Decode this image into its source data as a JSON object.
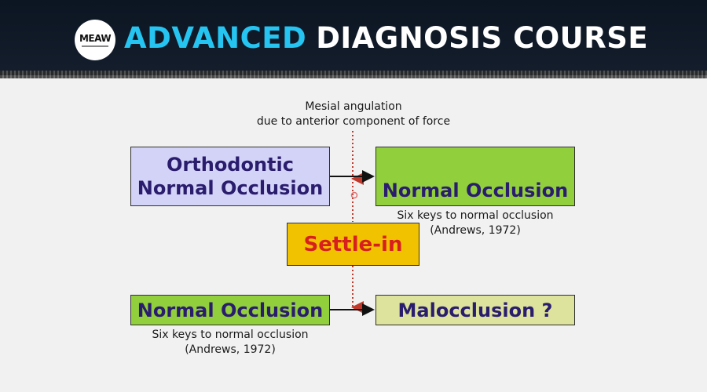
{
  "header": {
    "logo_text": "MEAW",
    "title_accent": "ADVANCED",
    "title_rest": "DIAGNOSIS COURSE"
  },
  "diagram": {
    "force_caption_line1": "Mesial angulation",
    "force_caption_line2": "due to anterior component of force",
    "ortho_line1": "Orthodontic",
    "ortho_line2": "Normal Occlusion",
    "normal_top": "Normal Occlusion",
    "normal_top_caption_line1": "Six keys to normal occlusion",
    "normal_top_caption_line2": "(Andrews, 1972)",
    "settle_in": "Settle-in",
    "normal_bottom": "Normal Occlusion",
    "normal_bottom_caption_line1": "Six keys to normal occlusion",
    "normal_bottom_caption_line2": "(Andrews, 1972)",
    "malocclusion": "Malocclusion ?"
  },
  "colors": {
    "banner": "#0c1522",
    "title_accent": "#25c4f1",
    "ortho_box": "#d3d3f7",
    "normal_box": "#92cf3c",
    "settle_box": "#f1c200",
    "settle_text": "#d81f1f",
    "malocclusion_box": "#dde39c",
    "box_text": "#2a1d6e",
    "dotted_line": "#c0392b"
  }
}
